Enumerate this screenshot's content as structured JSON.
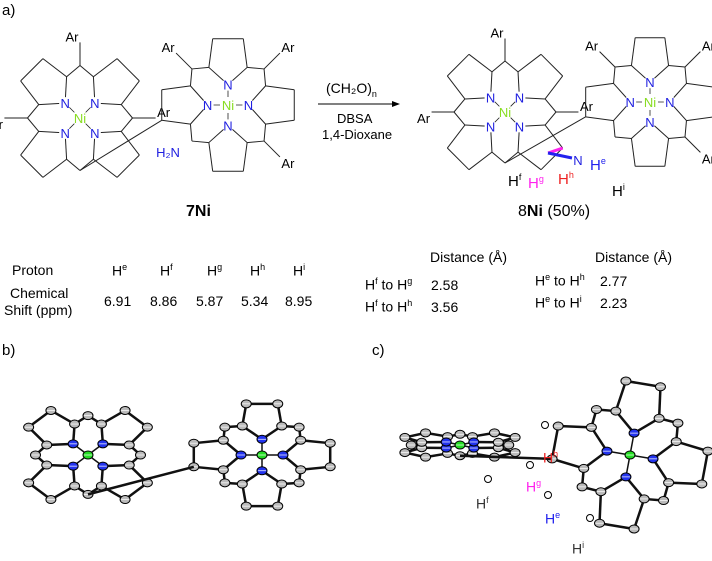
{
  "panels": {
    "a": "a)",
    "b": "b)",
    "c": "c)"
  },
  "atoms": {
    "N": "N",
    "Ni": "Ni",
    "Ar": "Ar",
    "NH2": "H₂N",
    "H": "H"
  },
  "scheme": {
    "reactant_label": "7Ni",
    "reagent_1": "(CH₂O)",
    "reagent_1_sub": "n",
    "reagent_2": "DBSA",
    "reagent_3": "1,4-Dioxane",
    "product_label_bold": "Ni",
    "product_label_prefix": "8",
    "product_yield": "(50%)",
    "protons": {
      "e": "e",
      "f": "f",
      "g": "g",
      "h": "h",
      "i": "i"
    }
  },
  "shift_table": {
    "row1_header": "Proton",
    "row2_header_1": "Chemical",
    "row2_header_2": "Shift (ppm)",
    "protons": [
      "e",
      "f",
      "g",
      "h",
      "i"
    ],
    "shifts": [
      "6.91",
      "8.86",
      "5.87",
      "5.34",
      "8.95"
    ]
  },
  "distance_tables": [
    {
      "header": "Distance (Å)",
      "rows": [
        {
          "from": "f",
          "to": "g",
          "value": "2.58"
        },
        {
          "from": "f",
          "to": "h",
          "value": "3.56"
        }
      ]
    },
    {
      "header": "Distance (Å)",
      "rows": [
        {
          "from": "e",
          "to": "h",
          "value": "2.77"
        },
        {
          "from": "e",
          "to": "i",
          "value": "2.23"
        }
      ]
    }
  ],
  "colors": {
    "N": "#2020e0",
    "Ni": "#88dd22",
    "Hg": "#ff22ee",
    "Hh": "#ee2222",
    "He": "#2222ee"
  },
  "connector_word": "to"
}
